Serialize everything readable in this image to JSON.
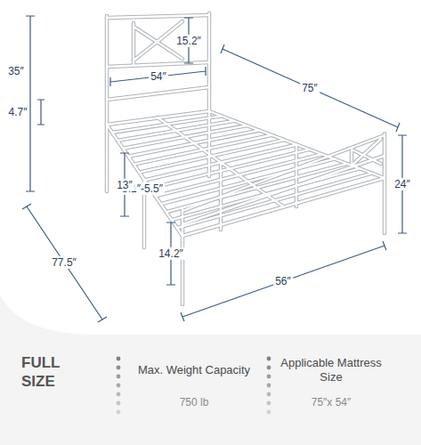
{
  "diagram": {
    "labels": [
      "35″",
      "15.2″",
      "4.7″",
      "54″",
      "75″",
      "24″",
      "5.1″-5.5″",
      "13″",
      "14.2″",
      "77.5″",
      "56″",
      "FULL SIZE",
      "Max. Weight Capacity",
      "750 lb",
      "Applicable Mattress Size",
      "75″x 54″"
    ]
  }
}
